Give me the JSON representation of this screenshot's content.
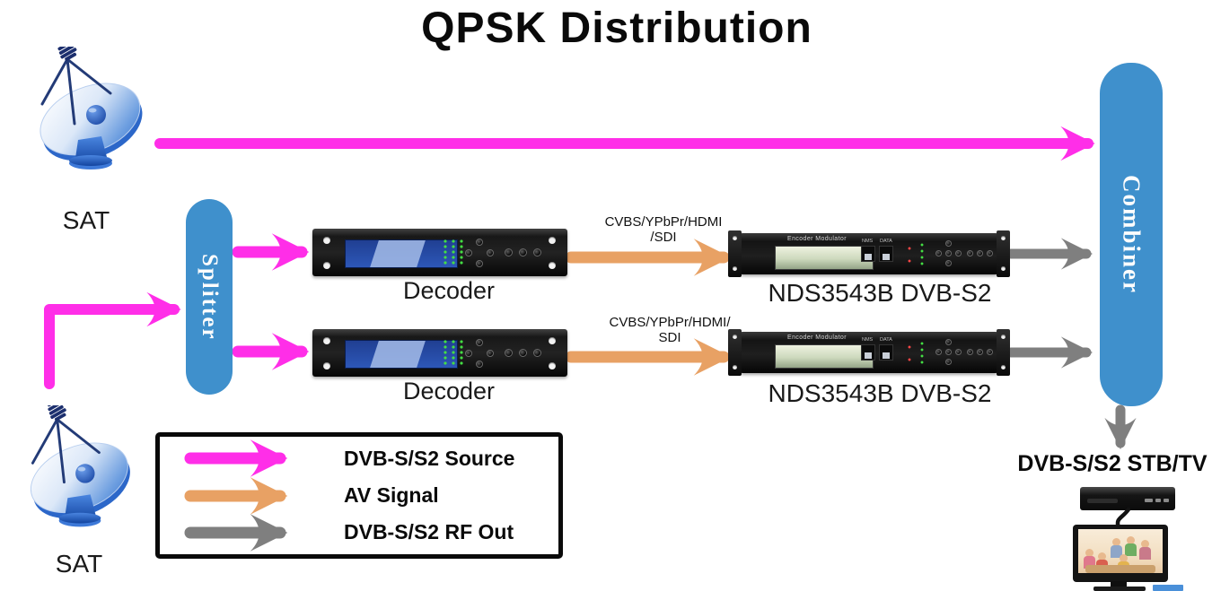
{
  "title": "QPSK Distribution",
  "colors": {
    "source_arrow": "#ff2ee8",
    "av_arrow": "#e8a164",
    "rf_arrow": "#7f7f7f",
    "node_blue": "#3f90cc"
  },
  "nodes": {
    "sat_top": "SAT",
    "sat_bottom": "SAT",
    "splitter": "Splitter",
    "combiner": "Combiner",
    "output": "DVB-S/S2 STB/TV"
  },
  "devices": {
    "decoder1": {
      "label": "Decoder"
    },
    "decoder2": {
      "label": "Decoder"
    },
    "modulator1": {
      "label": "NDS3543B DVB-S2",
      "panel_title": "Encoder Modulator",
      "port1": "NMS",
      "port2": "DATA"
    },
    "modulator2": {
      "label": "NDS3543B DVB-S2",
      "panel_title": "Encoder Modulator",
      "port1": "NMS",
      "port2": "DATA"
    }
  },
  "signal_labels": {
    "av1_line1": "CVBS/YPbPr/HDMI",
    "av1_line2": "/SDI",
    "av2_line1": "CVBS/YPbPr/HDMI/",
    "av2_line2": "SDI"
  },
  "legend": {
    "source": {
      "label": "DVB-S/S2 Source",
      "color": "#ff2ee8"
    },
    "av": {
      "label": "AV Signal",
      "color": "#e8a164"
    },
    "rf": {
      "label": "DVB-S/S2 RF Out",
      "color": "#7f7f7f"
    }
  }
}
